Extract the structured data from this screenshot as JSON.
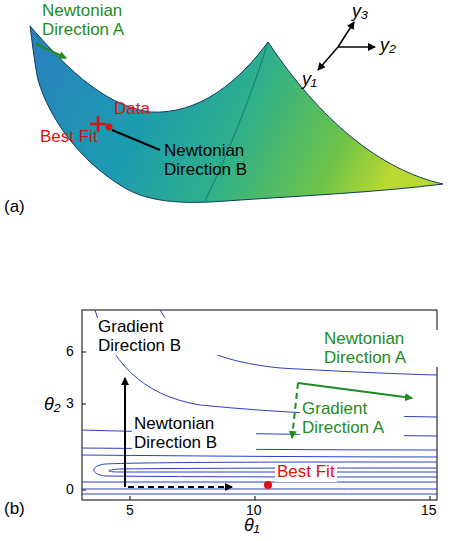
{
  "diagram": {
    "labels": [
      "Newtonian Direction A",
      "Data",
      "Best Fit",
      "Newtonian Direction B",
      "y₃",
      "y₂",
      "y₁",
      "(a)",
      "Gradient Direction B",
      "Newtonian Direction B",
      "Newtonian Direction A",
      "Gradient Direction A",
      "Best Fit",
      "θ₂",
      "θ₁",
      "6",
      "3",
      "0",
      "5",
      "10",
      "15",
      "(b)"
    ]
  }
}
